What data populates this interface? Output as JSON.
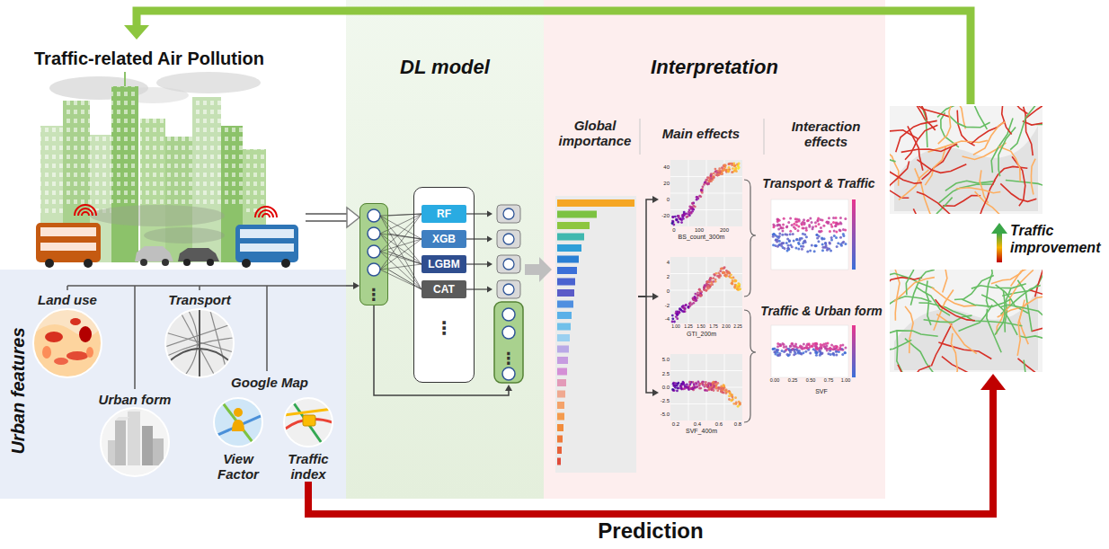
{
  "diagram": {
    "nodes": [
      {
        "text": [
          "Traffic-related Air Pollution"
        ]
      },
      {
        "text": [
          "Urban features"
        ]
      },
      {
        "text": [
          "Land use"
        ],
        "in": 1
      },
      {
        "text": [
          "Transport"
        ],
        "in": 1
      },
      {
        "text": [
          "Urban form"
        ],
        "in": 1
      },
      {
        "text": [
          "View Factor"
        ],
        "in": 1
      },
      {
        "text": [
          "Traffic index"
        ],
        "in": 1
      },
      {
        "text": [
          "DL model"
        ]
      },
      {
        "text": [
          "⋮"
        ],
        "in": 7
      },
      {
        "text": [
          "⋮"
        ],
        "in": 7
      },
      {
        "text": [
          "RF"
        ],
        "in": 9
      },
      {
        "text": [
          "XGB"
        ],
        "in": 9
      },
      {
        "text": [
          "LGBM"
        ],
        "in": 9
      },
      {
        "text": [
          "CAT"
        ],
        "in": 9
      },
      {
        "text": [
          "⋮"
        ],
        "in": 7
      },
      {
        "text": [
          "Interpretation"
        ]
      },
      {
        "text": [
          "Global importance"
        ],
        "in": 15
      },
      {
        "text": [
          "BS_count_300m"
        ],
        "in": 15
      },
      {
        "text": [
          "GTI_200m"
        ],
        "in": 15
      },
      {
        "text": [
          "SVF_400m"
        ],
        "in": 15
      },
      {
        "text": [
          "Transport & Traffic"
        ],
        "in": 15
      },
      {
        "text": [
          "Traffic & Urban form",
          "SVF"
        ],
        "in": 15
      },
      {
        "text": [
          "Traffic improvement"
        ]
      }
    ],
    "edges": [
      {
        "from": 0,
        "to": 8,
        "arrow": "to"
      },
      {
        "from": 1,
        "to": 8,
        "arrow": "to"
      },
      {
        "from": 8,
        "to": 10,
        "arrow": "none"
      },
      {
        "from": 8,
        "to": 11,
        "arrow": "none"
      },
      {
        "from": 8,
        "to": 12,
        "arrow": "none"
      },
      {
        "from": 8,
        "to": 13,
        "arrow": "none"
      },
      {
        "from": 10,
        "to": 14,
        "arrow": "to"
      },
      {
        "from": 11,
        "to": 14,
        "arrow": "to"
      },
      {
        "from": 12,
        "to": 14,
        "arrow": "to"
      },
      {
        "from": 13,
        "to": 14,
        "arrow": "to"
      },
      {
        "from": 8,
        "to": 14,
        "arrow": "to"
      },
      {
        "from": 14,
        "to": 16,
        "arrow": "to"
      },
      {
        "from": 16,
        "to": 17,
        "arrow": "to"
      },
      {
        "from": 16,
        "to": 18,
        "arrow": "to"
      },
      {
        "from": 16,
        "to": 19,
        "arrow": "to"
      },
      {
        "from": 22,
        "to": 0,
        "arrow": "to"
      },
      {
        "from": 6,
        "to": 22,
        "arrow": "to",
        "label": "Prediction"
      }
    ],
    "labels": [
      "Google Map",
      "Main effects",
      "Interaction effects",
      "40",
      "20",
      "0",
      "-20",
      "0",
      "100",
      "200",
      "4",
      "2",
      "0",
      "-2",
      "-4",
      "1.00",
      "1.25",
      "1.50",
      "1.75",
      "2.00",
      "2.25",
      "5.0",
      "2.5",
      "0.0",
      "-2.5",
      "-5.0",
      "0.2",
      "0.4",
      "0.6",
      "0.8",
      "0.00",
      "0.25",
      "0.50",
      "0.75",
      "1.00"
    ]
  }
}
